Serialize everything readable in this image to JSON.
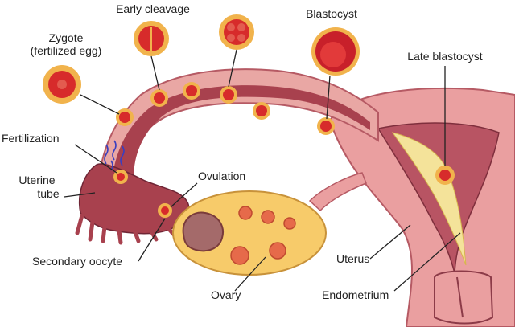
{
  "labels": {
    "zygote_line1": "Zygote",
    "zygote_line2": "(fertilized egg)",
    "early_cleavage": "Early cleavage",
    "blastocyst": "Blastocyst",
    "late_blastocyst": "Late blastocyst",
    "fertilization": "Fertilization",
    "uterine_tube_line1": "Uterine",
    "uterine_tube_line2": "tube",
    "ovulation": "Ovulation",
    "secondary_oocyte": "Secondary oocyte",
    "uterus": "Uterus",
    "ovary": "Ovary",
    "endometrium": "Endometrium"
  },
  "colors": {
    "tube_outer": "#e9a7a4",
    "tube_inner": "#a8414e",
    "uterus_wall": "#ea9fa0",
    "cavity": "#b85463",
    "endometrium": "#f4e39a",
    "ovary": "#f7cb6a",
    "cell_red": "#d72b2b",
    "cell_ring": "#f1b34c"
  }
}
